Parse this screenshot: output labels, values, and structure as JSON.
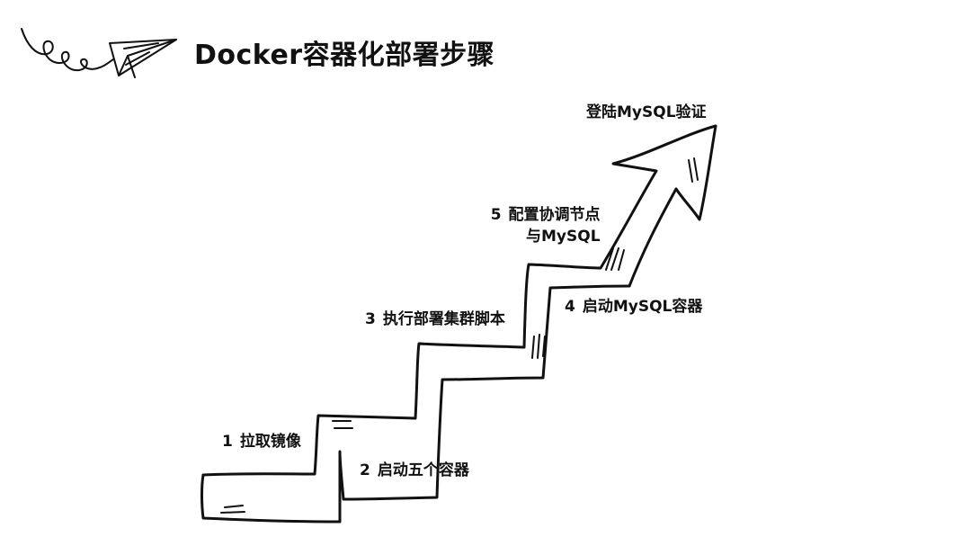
{
  "header": {
    "title": "Docker容器化部署步骤",
    "logo_icon": "paper-plane-icon"
  },
  "steps": [
    {
      "num": "1",
      "label": "拉取镜像"
    },
    {
      "num": "2",
      "label": "启动五个容器"
    },
    {
      "num": "3",
      "label": "执行部署集群脚本"
    },
    {
      "num": "4",
      "label": "启动MySQL容器"
    },
    {
      "num": "5",
      "label_line1": "配置协调节点",
      "label_line2": "与MySQL"
    }
  ],
  "goal": {
    "label": "登陆MySQL验证"
  },
  "colors": {
    "ink": "#111111",
    "background": "#ffffff"
  }
}
